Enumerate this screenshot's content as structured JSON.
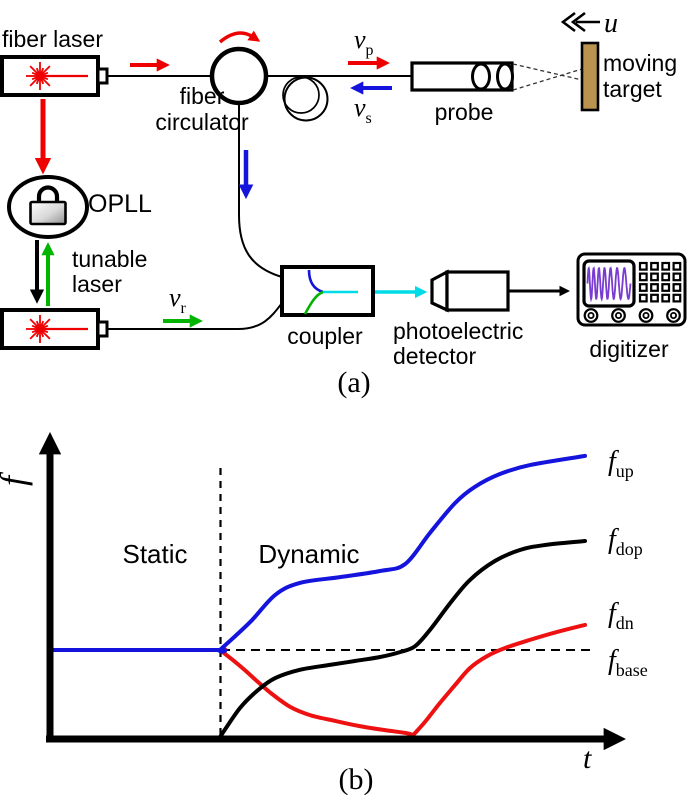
{
  "figure_caption_a": "(a)",
  "figure_caption_b": "(b)",
  "panel_a": {
    "labels": {
      "fiber_laser": "fiber laser",
      "circulator_line1": "fiber",
      "circulator_line2": "circulator",
      "opll": "OPLL",
      "tunable_line1": "tunable",
      "tunable_line2": "laser",
      "probe": "probe",
      "target_line1": "moving",
      "target_line2": "target",
      "coupler": "coupler",
      "detector_line1": "photoelectric",
      "detector_line2": "detector",
      "digitizer": "digitizer",
      "velocity": "u"
    },
    "signals": {
      "probe_wave": {
        "symbol": "ν",
        "sub": "p"
      },
      "scattered_wave": {
        "symbol": "ν",
        "sub": "s"
      },
      "reference_wave": {
        "symbol": "ν",
        "sub": "r"
      }
    },
    "colors": {
      "probe_red": "#ee0000",
      "signal_blue": "#1414dd",
      "reference_green": "#00b400",
      "beat_cyan": "#00dbe8",
      "waveform_purple": "#7a3cd0",
      "target_tan": "#b9934f"
    }
  },
  "panel_b": {
    "y_axis_label": "f",
    "x_axis_label": "t",
    "region_left": "Static",
    "region_right": "Dynamic",
    "curve_labels": {
      "fup": {
        "symbol": "f",
        "sub": "up"
      },
      "fdop": {
        "symbol": "f",
        "sub": "dop"
      },
      "fdn": {
        "symbol": "f",
        "sub": "dn"
      },
      "fbase": {
        "symbol": "f",
        "sub": "base"
      }
    }
  },
  "chart_data": {
    "type": "line",
    "title": "",
    "xlabel": "t",
    "ylabel": "f",
    "axis_note": "qualitative sketch, no numeric ticks; x and y normalized 0-1 from the drawn axes",
    "f_base_level": 0.291,
    "static_dynamic_boundary_x": 0.318,
    "legend_position": "right-of-curves",
    "series": [
      {
        "name": "f_up",
        "color": "#1414dd",
        "segments": [
          [
            [
              0,
              0.291
            ],
            [
              0.16,
              0.291
            ],
            [
              0.317,
              0.291
            ],
            [
              0.319,
              0.293
            ],
            [
              0.374,
              0.382
            ],
            [
              0.421,
              0.471
            ],
            [
              0.467,
              0.51
            ],
            [
              0.542,
              0.529
            ],
            [
              0.617,
              0.549
            ],
            [
              0.664,
              0.572
            ],
            [
              0.71,
              0.673
            ],
            [
              0.757,
              0.771
            ],
            [
              0.794,
              0.824
            ],
            [
              0.841,
              0.866
            ],
            [
              0.897,
              0.895
            ],
            [
              1.0,
              0.925
            ]
          ]
        ]
      },
      {
        "name": "f_dop",
        "color": "#000000",
        "segments": [
          [
            [
              0.318,
              0.007
            ],
            [
              0.355,
              0.101
            ],
            [
              0.389,
              0.16
            ],
            [
              0.421,
              0.199
            ],
            [
              0.467,
              0.226
            ],
            [
              0.523,
              0.242
            ],
            [
              0.57,
              0.255
            ],
            [
              0.617,
              0.268
            ],
            [
              0.654,
              0.284
            ],
            [
              0.682,
              0.303
            ],
            [
              0.71,
              0.356
            ],
            [
              0.748,
              0.444
            ],
            [
              0.785,
              0.52
            ],
            [
              0.832,
              0.582
            ],
            [
              0.879,
              0.618
            ],
            [
              0.925,
              0.634
            ],
            [
              1.0,
              0.647
            ]
          ]
        ]
      },
      {
        "name": "f_dn",
        "color": "#ee1111",
        "segments": [
          [
            [
              0,
              0.291
            ],
            [
              0.16,
              0.291
            ],
            [
              0.317,
              0.291
            ],
            [
              0.319,
              0.289
            ],
            [
              0.355,
              0.239
            ],
            [
              0.389,
              0.186
            ],
            [
              0.415,
              0.147
            ],
            [
              0.449,
              0.105
            ],
            [
              0.486,
              0.078
            ],
            [
              0.533,
              0.059
            ],
            [
              0.579,
              0.042
            ],
            [
              0.626,
              0.029
            ],
            [
              0.664,
              0.02
            ],
            [
              0.679,
              0.013
            ]
          ],
          [
            [
              0.679,
              0.013
            ],
            [
              0.701,
              0.056
            ],
            [
              0.729,
              0.118
            ],
            [
              0.757,
              0.176
            ],
            [
              0.785,
              0.232
            ],
            [
              0.817,
              0.271
            ],
            [
              0.85,
              0.297
            ],
            [
              0.897,
              0.324
            ],
            [
              0.948,
              0.35
            ],
            [
              1.0,
              0.373
            ]
          ]
        ]
      }
    ]
  }
}
